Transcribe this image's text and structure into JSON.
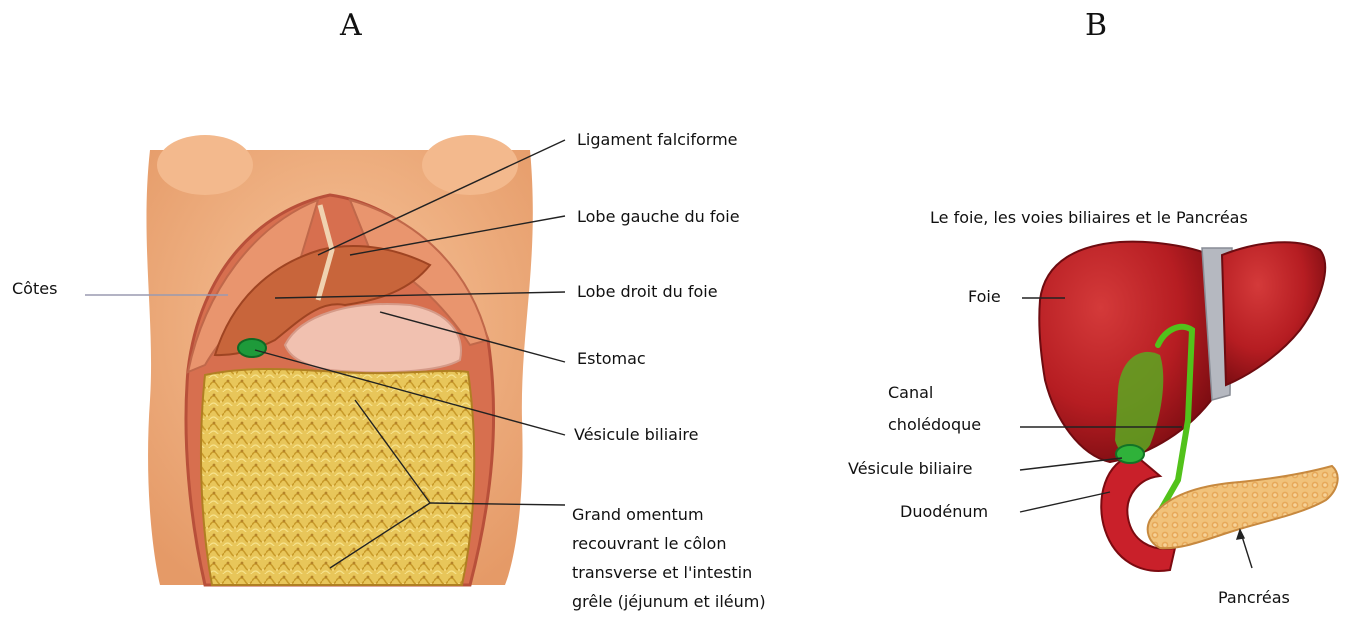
{
  "panels": {
    "a": {
      "letter": "A"
    },
    "b": {
      "letter": "B",
      "title": "Le foie, les voies biliaires et le Pancréas"
    }
  },
  "labels_a": {
    "cotes": "Côtes",
    "ligament": "Ligament falciforme",
    "lobe_gauche": "Lobe gauche du foie",
    "lobe_droit": "Lobe droit du foie",
    "estomac": "Estomac",
    "vesicule": "Vésicule biliaire",
    "omentum": [
      "Grand omentum",
      "recouvrant le côlon",
      "transverse et l'intestin",
      "grêle (jéjunum et iléum)"
    ]
  },
  "labels_b": {
    "foie": "Foie",
    "canal": [
      "Canal",
      "cholédoque"
    ],
    "vesicule": "Vésicule biliaire",
    "duodenum": "Duodénum",
    "pancreas": "Pancréas"
  }
}
